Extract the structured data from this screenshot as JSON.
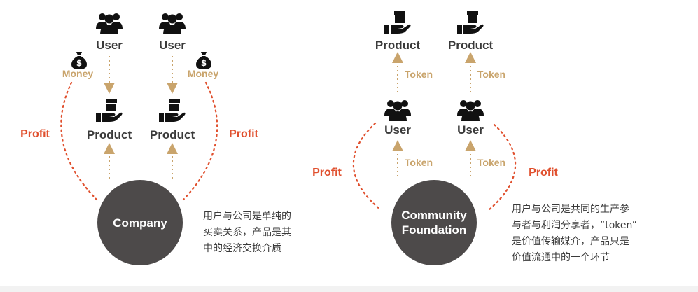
{
  "left": {
    "users": [
      "User",
      "User"
    ],
    "products": [
      "Product",
      "Product"
    ],
    "money": [
      "Money",
      "Money"
    ],
    "profit": [
      "Profit",
      "Profit"
    ],
    "center": "Company",
    "description": [
      "用户与公司是单纯的",
      "买卖关系，产品是其",
      "中的经济交换介质"
    ]
  },
  "right": {
    "products": [
      "Product",
      "Product"
    ],
    "users": [
      "User",
      "User"
    ],
    "token_top": [
      "Token",
      "Token"
    ],
    "token_bottom": [
      "Token",
      "Token"
    ],
    "profit": [
      "Profit",
      "Profit"
    ],
    "center_line1": "Community",
    "center_line2": "Foundation",
    "description": [
      "用户与公司是共同的生产参",
      "与者与利润分享者，“token”",
      "是价值传输媒介，产品只是",
      "价值流通中的一个环节"
    ]
  },
  "colors": {
    "dark": "#3a3a3a",
    "gold": "#c9a46c",
    "profit": "#e0502e",
    "circle": "#4d4a4a"
  },
  "icons": [
    "users-icon",
    "product-hand-icon",
    "money-bag-icon"
  ]
}
